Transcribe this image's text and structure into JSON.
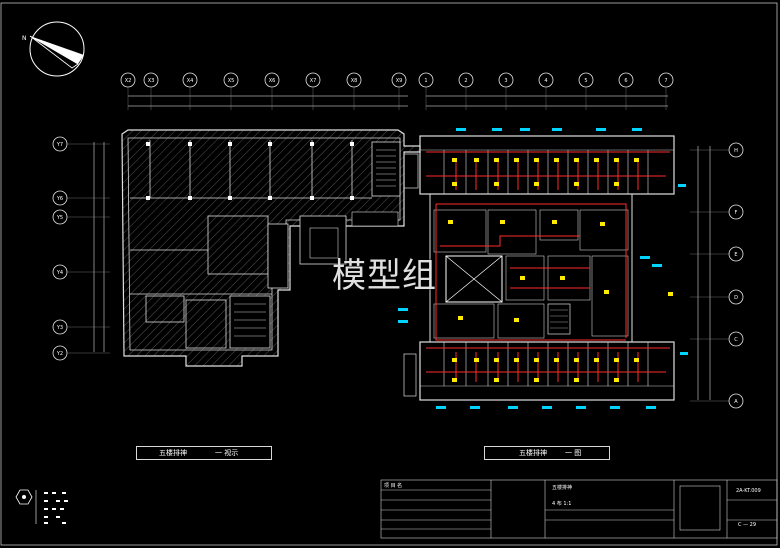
{
  "watermark": "模型组",
  "left_plan": {
    "title": "五楼排神",
    "subtitle": "一 视示",
    "col_axes": [
      "X2",
      "X3",
      "X4",
      "X5",
      "X6",
      "X7",
      "X8",
      "X9"
    ],
    "row_axes": [
      "Y7",
      "Y6",
      "Y5",
      "Y4",
      "Y3",
      "Y2"
    ]
  },
  "right_plan": {
    "title": "五楼排神",
    "subtitle": "一 图",
    "col_axes": [
      "1",
      "2",
      "3",
      "4",
      "5",
      "6",
      "7"
    ],
    "row_axes": [
      "H",
      "F",
      "E",
      "D",
      "C",
      "A"
    ]
  },
  "title_block": {
    "project_label": "项 目 名",
    "drawing_label": "五楼排神",
    "sub_label": "4 布 1:1",
    "drawing_no": "2A-KT.009",
    "sheet": "C — 29"
  },
  "colors": {
    "background": "#000000",
    "lines": "#ffffff",
    "axis": "#e6e6e6",
    "walls": "#d9d9d9",
    "pipes": "#ff2a2a",
    "equipment": "#ffea00",
    "devices": "#00d4ff",
    "hatch": "#8a8a8a"
  }
}
